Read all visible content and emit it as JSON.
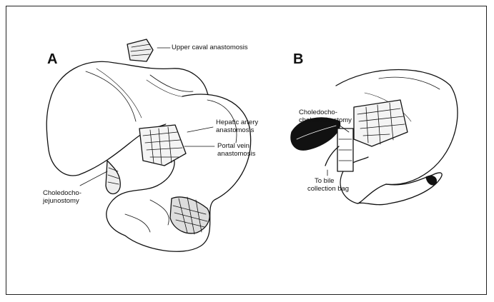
{
  "panels": {
    "a": {
      "letter": "A",
      "labels": {
        "upper_caval": "Upper caval anastomosis",
        "hepatic_artery_1": "Hepatic artery",
        "hepatic_artery_2": "anastomosis",
        "portal_vein_1": "Portal vein",
        "portal_vein_2": "anastomosis",
        "choledocho_1": "Choledocho-",
        "choledocho_2": "jejunostomy"
      }
    },
    "b": {
      "letter": "B",
      "labels": {
        "choledocho_1": "Choledocho-",
        "choledocho_2": "choledochostomy",
        "bile_bag_1": "To bile",
        "bile_bag_2": "collection bag"
      }
    }
  },
  "colors": {
    "ink": "#111111",
    "paper": "#ffffff",
    "frame": "#222222"
  }
}
